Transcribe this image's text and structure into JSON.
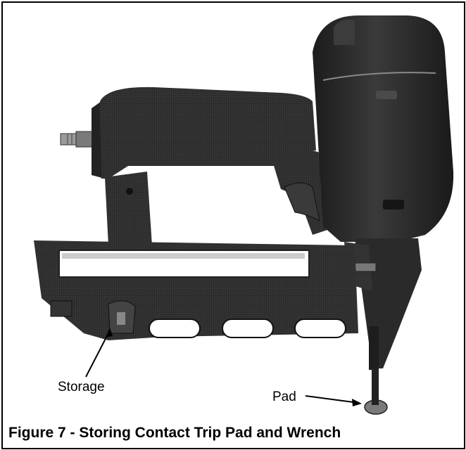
{
  "figure": {
    "caption": "Figure 7 - Storing Contact Trip Pad and Wrench",
    "callouts": {
      "storage": "Storage",
      "pad": "Pad"
    }
  },
  "colors": {
    "tool_body": "#2b2b2b",
    "tool_shadow": "#1a1a1a",
    "highlight": "#5a5a5a",
    "background": "#ffffff",
    "text": "#000000"
  }
}
